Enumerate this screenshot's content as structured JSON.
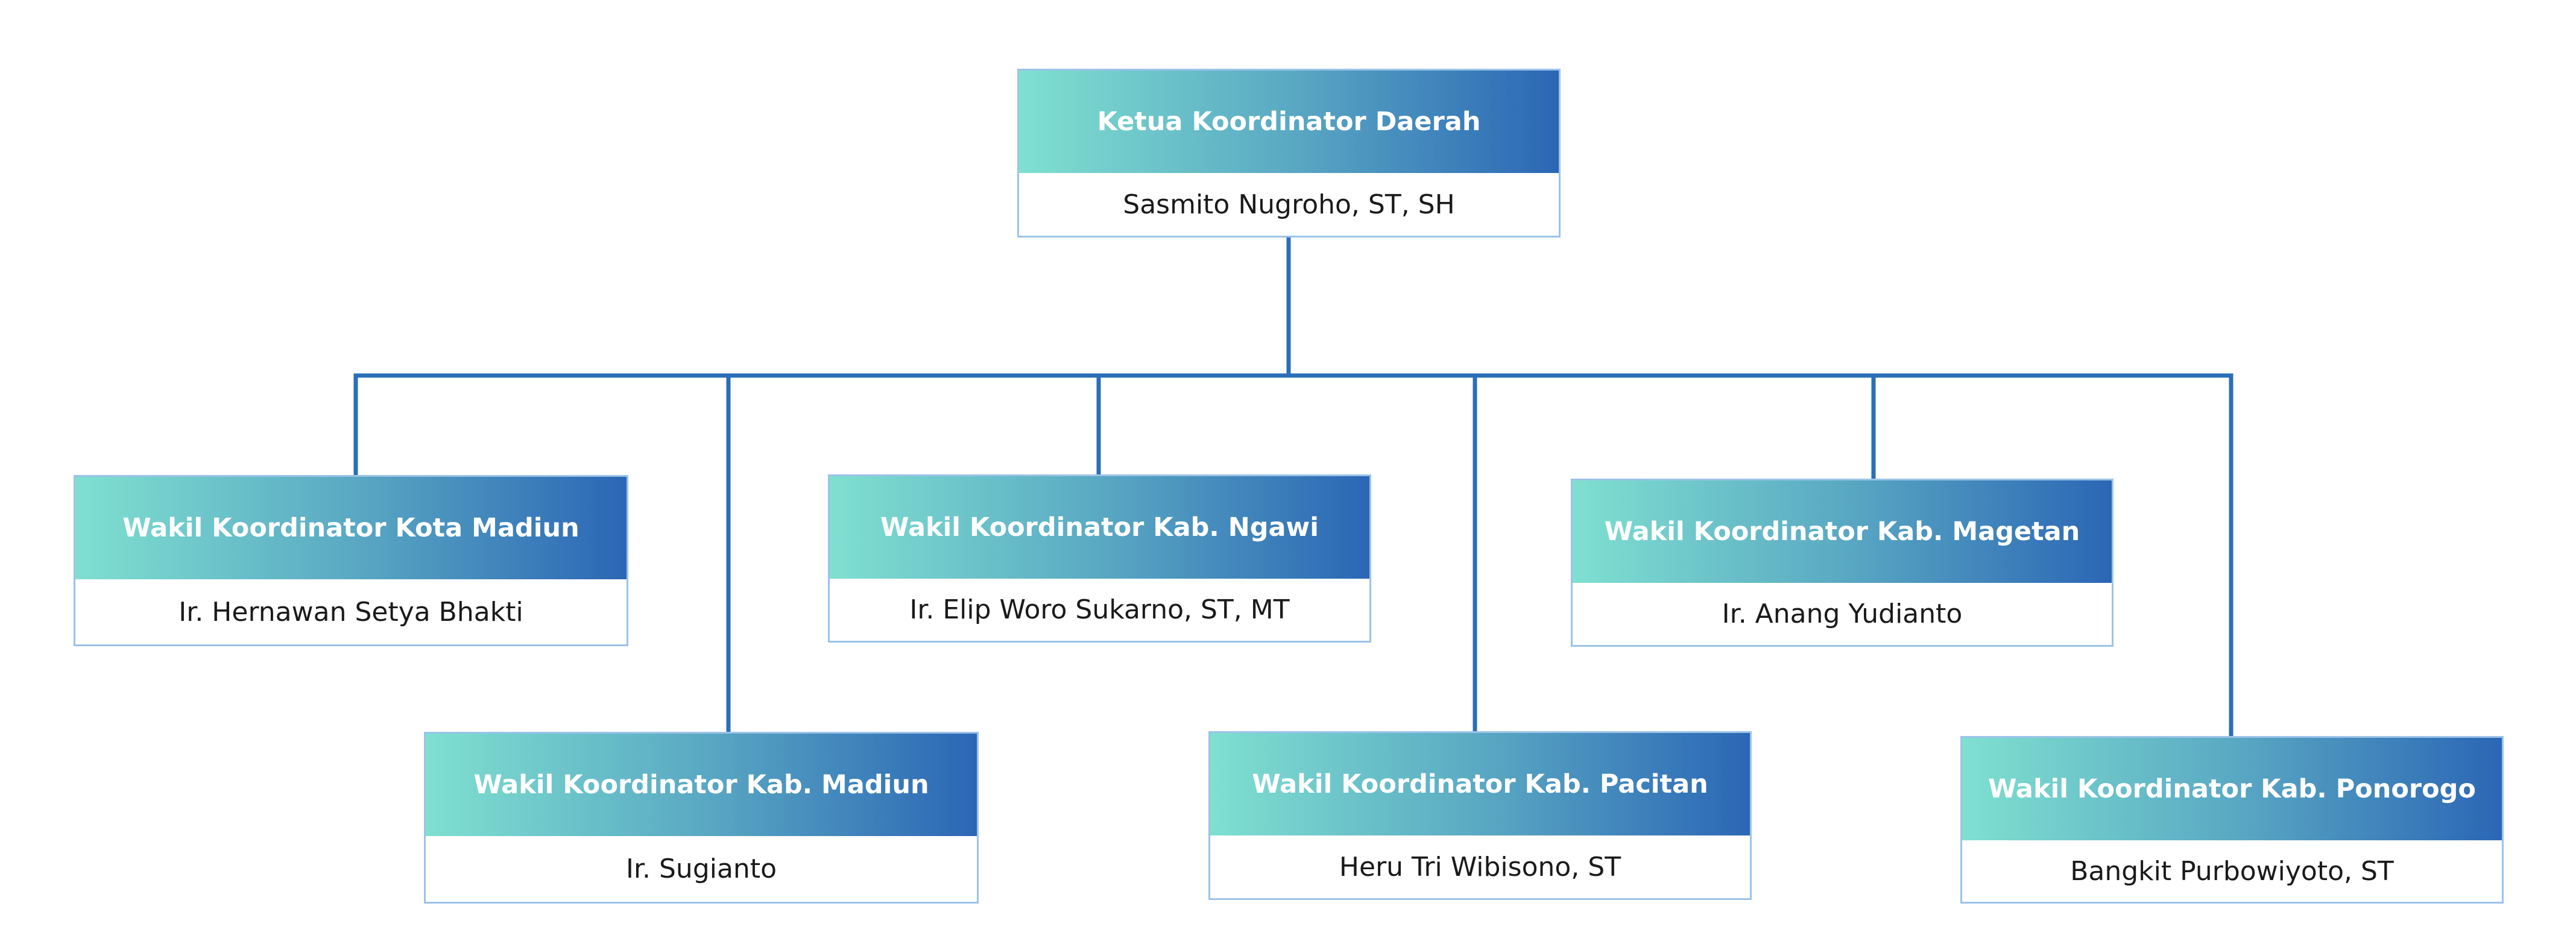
{
  "colors": {
    "connector": "#2a6fb8",
    "header_gradient_start": "#7fe0d0",
    "header_gradient_end": "#2b66b5",
    "box_border": "#9cc3e8"
  },
  "root": {
    "title": "Ketua Koordinator Daerah",
    "name": "Sasmito Nugroho, ST, SH"
  },
  "members": [
    {
      "title": "Wakil Koordinator Kota Madiun",
      "name": "Ir. Hernawan Setya Bhakti"
    },
    {
      "title": "Wakil Koordinator Kab. Madiun",
      "name": "Ir. Sugianto"
    },
    {
      "title": "Wakil Koordinator Kab. Ngawi",
      "name": "Ir. Elip Woro Sukarno, ST, MT"
    },
    {
      "title": "Wakil Koordinator Kab. Pacitan",
      "name": "Heru Tri Wibisono, ST"
    },
    {
      "title": "Wakil Koordinator Kab. Magetan",
      "name": "Ir. Anang Yudianto"
    },
    {
      "title": "Wakil Koordinator Kab. Ponorogo",
      "name": "Bangkit Purbowiyoto, ST"
    }
  ]
}
